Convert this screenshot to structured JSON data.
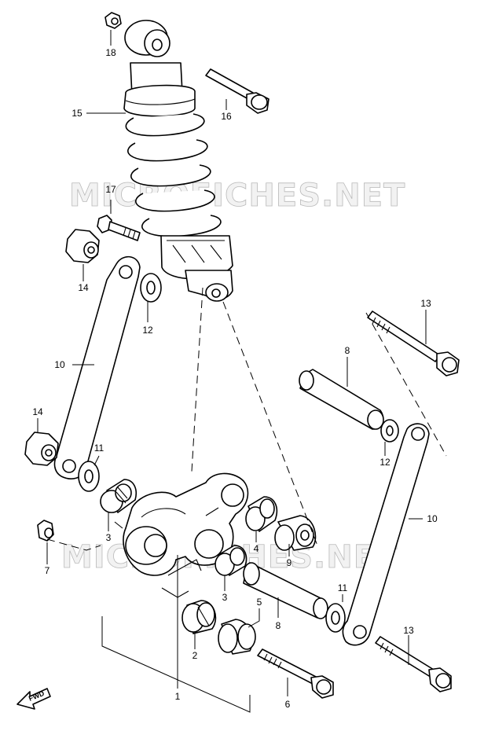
{
  "watermark": "MICROFICHES.NET",
  "fwd_label": "FWD",
  "callouts": {
    "c1": "1",
    "c2": "2",
    "c3a": "3",
    "c3b": "3",
    "c4": "4",
    "c5": "5",
    "c6": "6",
    "c7": "7",
    "c8a": "8",
    "c8b": "8",
    "c9": "9",
    "c10a": "10",
    "c10b": "10",
    "c11a": "11",
    "c11b": "11",
    "c12a": "12",
    "c12b": "12",
    "c13a": "13",
    "c13b": "13",
    "c14a": "14",
    "c14b": "14",
    "c15": "15",
    "c16": "16",
    "c17": "17",
    "c18": "18"
  }
}
